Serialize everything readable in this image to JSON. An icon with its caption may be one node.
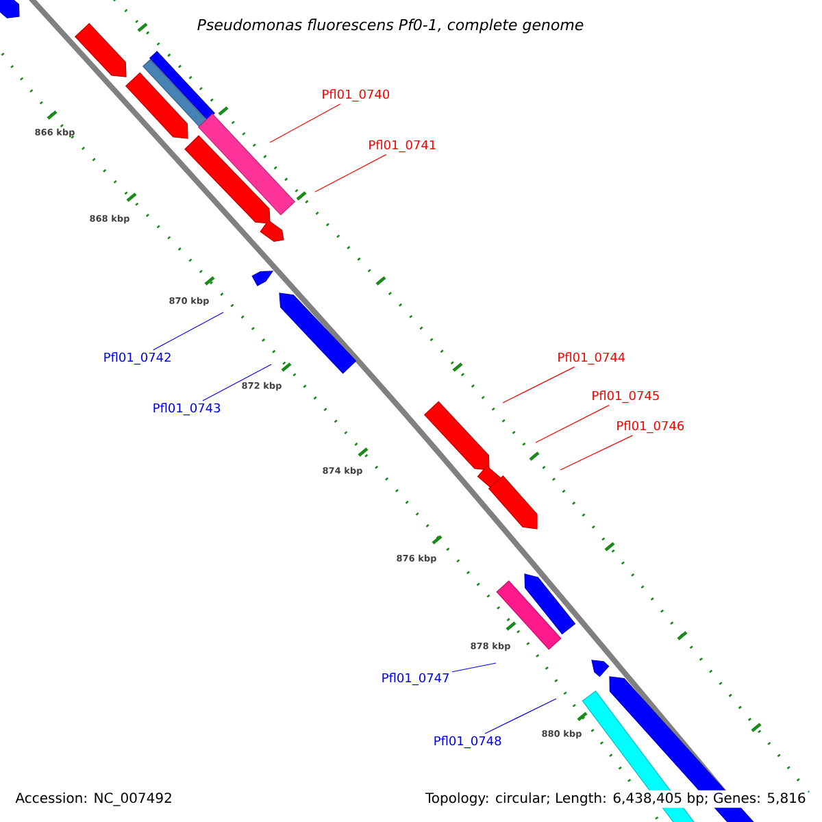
{
  "diagram": {
    "title": "Pseudomonas fluorescens Pf0-1, complete genome",
    "nodes": [
      {
        "text": [
          "Pfl01_0740"
        ]
      },
      {
        "text": [
          "Pfl01_0741"
        ]
      },
      {
        "text": [
          "Pfl01_0742"
        ]
      },
      {
        "text": [
          "Pfl01_0743"
        ]
      },
      {
        "text": [
          "Pfl01_0744"
        ]
      },
      {
        "text": [
          "Pfl01_0745"
        ]
      },
      {
        "text": [
          "Pfl01_0746"
        ]
      },
      {
        "text": [
          "Pfl01_0747"
        ]
      },
      {
        "text": [
          "Pfl01_0748"
        ]
      }
    ],
    "edges": [
      {
        "from": 0,
        "to": null,
        "arrow": "none"
      },
      {
        "from": 1,
        "to": null,
        "arrow": "none"
      },
      {
        "from": 2,
        "to": null,
        "arrow": "none",
        "color": "#0000ff"
      },
      {
        "from": 3,
        "to": null,
        "arrow": "none",
        "color": "#0000ff"
      },
      {
        "from": 4,
        "to": null,
        "arrow": "none"
      },
      {
        "from": 5,
        "to": null,
        "arrow": "none"
      },
      {
        "from": 6,
        "to": null,
        "arrow": "none"
      },
      {
        "from": 7,
        "to": null,
        "arrow": "none",
        "color": "#0000ff"
      },
      {
        "from": 8,
        "to": null,
        "arrow": "none",
        "color": "#0000ff"
      }
    ],
    "labels": [
      "866 kbp",
      "868 kbp",
      "870 kbp",
      "872 kbp",
      "874 kbp",
      "876 kbp",
      "878 kbp",
      "880 kbp",
      "Accession: NC_007492",
      "Topology: circular; Length: 6,438,405 bp; Genes: 5,816"
    ]
  }
}
